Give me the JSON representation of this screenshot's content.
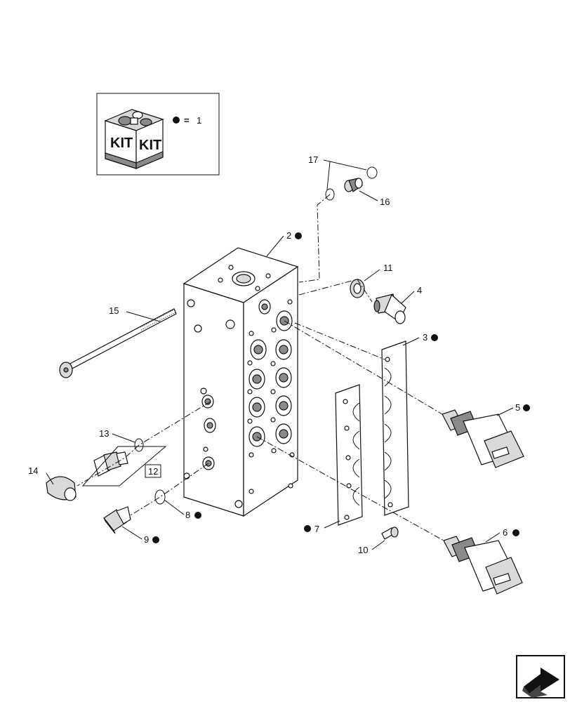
{
  "kit_box": {
    "kit_labels": [
      "KIT",
      "KIT"
    ],
    "legend_equals": "=",
    "legend_value": "1"
  },
  "callouts": [
    {
      "id": "c1",
      "label": "2",
      "kit": true
    },
    {
      "id": "c2",
      "label": "3",
      "kit": true
    },
    {
      "id": "c3",
      "label": "4",
      "kit": false
    },
    {
      "id": "c4",
      "label": "5",
      "kit": true
    },
    {
      "id": "c5",
      "label": "6",
      "kit": true
    },
    {
      "id": "c6",
      "label": "7",
      "kit": true
    },
    {
      "id": "c7",
      "label": "8",
      "kit": true
    },
    {
      "id": "c8",
      "label": "9",
      "kit": true
    },
    {
      "id": "c9",
      "label": "10",
      "kit": false
    },
    {
      "id": "c10",
      "label": "11",
      "kit": false
    },
    {
      "id": "c11",
      "label": "12",
      "kit": false
    },
    {
      "id": "c12",
      "label": "13",
      "kit": false
    },
    {
      "id": "c13",
      "label": "14",
      "kit": false
    },
    {
      "id": "c14",
      "label": "15",
      "kit": false
    },
    {
      "id": "c15",
      "label": "16",
      "kit": false
    },
    {
      "id": "c16",
      "label": "17",
      "kit": false
    }
  ],
  "icons": {
    "kit": "kit-box-icon",
    "navigation": "navigation-arrow-icon"
  }
}
